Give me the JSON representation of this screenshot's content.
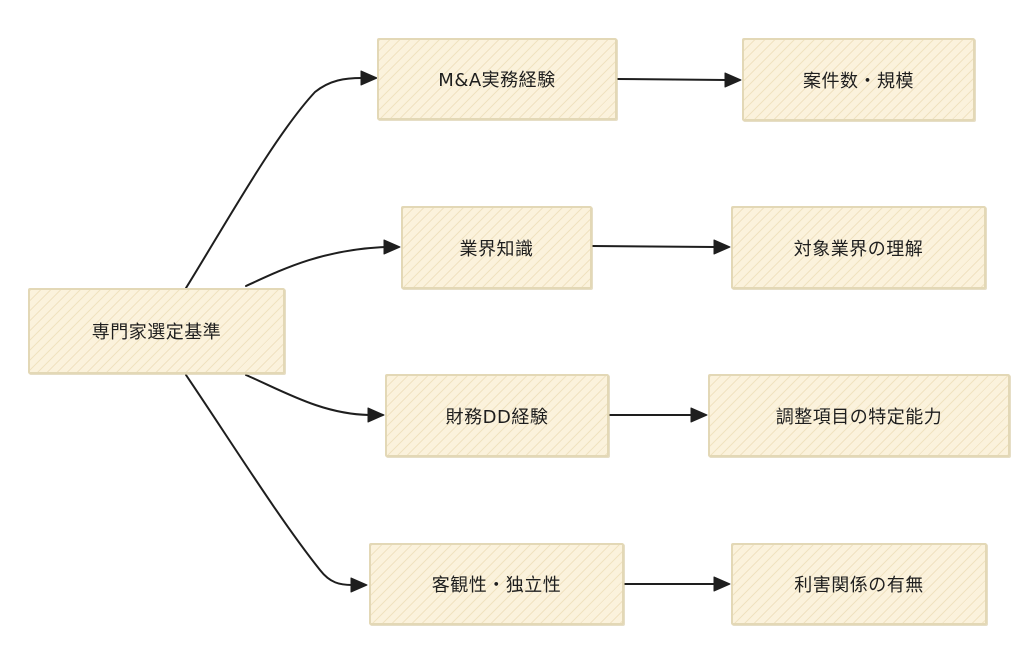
{
  "diagram": {
    "root": {
      "label": "専門家選定基準"
    },
    "criteria": [
      {
        "label": "M&A実務経験"
      },
      {
        "label": "業界知識"
      },
      {
        "label": "財務DD経験"
      },
      {
        "label": "客観性・独立性"
      }
    ],
    "details": [
      {
        "label": "案件数・規模"
      },
      {
        "label": "対象業界の理解"
      },
      {
        "label": "調整項目の特定能力"
      },
      {
        "label": "利害関係の有無"
      }
    ]
  },
  "colors": {
    "node_fill": "#fbf2dc",
    "node_stroke": "#e3d8b6",
    "edge": "#1e1e1e",
    "text": "#1e1e1e"
  }
}
